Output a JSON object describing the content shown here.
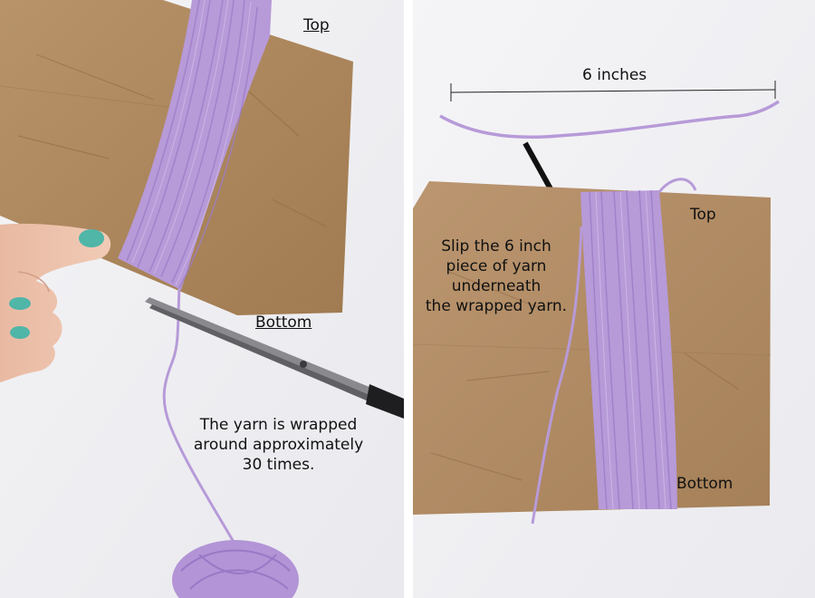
{
  "left_panel": {
    "label_top": "Top",
    "label_bottom": "Bottom",
    "caption": "The yarn is wrapped\naround approximately\n30 times."
  },
  "right_panel": {
    "measure_label": "6 inches",
    "label_top": "Top",
    "label_bottom": "Bottom",
    "caption": "Slip the 6 inch\npiece of yarn\nunderneath\nthe wrapped yarn."
  },
  "colors": {
    "yarn": "#b79ad8",
    "cardboard": "#b08b62",
    "background": "#f2f2f4",
    "nail_polish": "#4fb6a8",
    "text": "#111111"
  }
}
